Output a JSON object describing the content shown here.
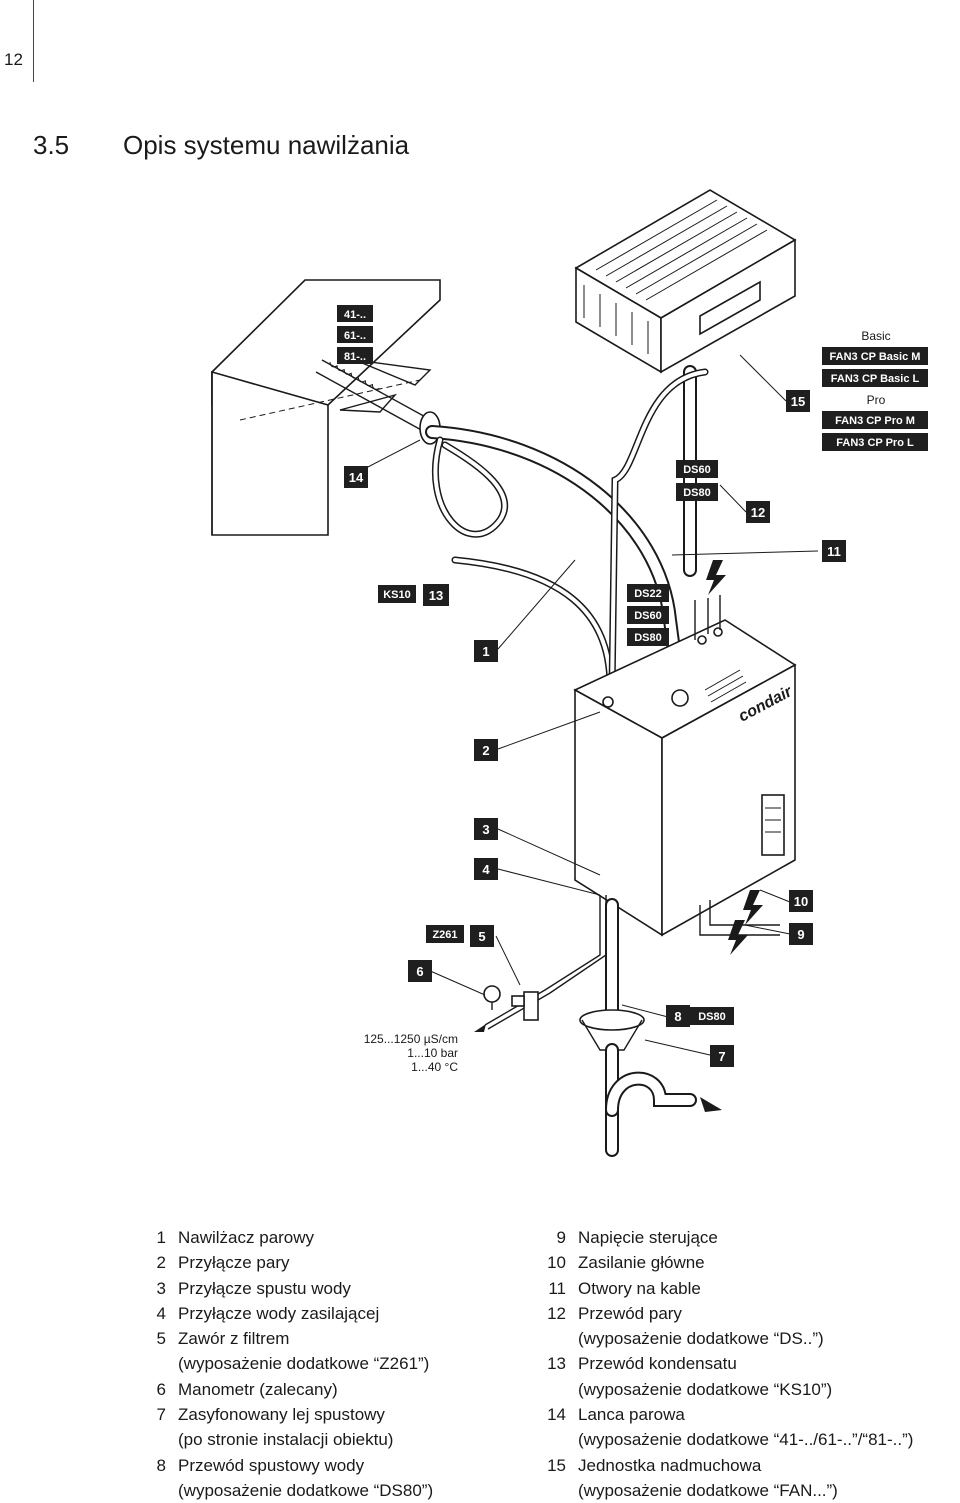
{
  "page": {
    "number": "12"
  },
  "section": {
    "number": "3.5",
    "title": "Opis systemu nawilżania"
  },
  "labels": {
    "lance_models": [
      "41-..",
      "61-..",
      "81-.."
    ],
    "fan_basic": "Basic",
    "fan_basic_models": [
      "FAN3 CP Basic M",
      "FAN3 CP Basic L"
    ],
    "fan_pro": "Pro",
    "fan_pro_models": [
      "FAN3 CP Pro M",
      "FAN3 CP Pro L"
    ],
    "steam_hose_upper": [
      "DS60",
      "DS80"
    ],
    "steam_hose_lower": [
      "DS22",
      "DS60",
      "DS80"
    ],
    "ks10": "KS10",
    "z261": "Z261",
    "ds80": "DS80",
    "specs": [
      "125...1250 µS/cm",
      "1...10 bar",
      "1...40 °C"
    ],
    "brand": "condair"
  },
  "callouts": [
    "1",
    "2",
    "3",
    "4",
    "5",
    "6",
    "7",
    "8",
    "9",
    "10",
    "11",
    "12",
    "13",
    "14",
    "15"
  ],
  "legend_left": [
    {
      "n": "1",
      "lines": [
        "Nawilżacz parowy"
      ]
    },
    {
      "n": "2",
      "lines": [
        "Przyłącze pary"
      ]
    },
    {
      "n": "3",
      "lines": [
        "Przyłącze spustu wody"
      ]
    },
    {
      "n": "4",
      "lines": [
        "Przyłącze wody zasilającej"
      ]
    },
    {
      "n": "5",
      "lines": [
        "Zawór z filtrem",
        "(wyposażenie dodatkowe “Z261”)"
      ]
    },
    {
      "n": "6",
      "lines": [
        "Manometr (zalecany)"
      ]
    },
    {
      "n": "7",
      "lines": [
        "Zasyfonowany lej spustowy",
        "(po stronie instalacji obiektu)"
      ]
    },
    {
      "n": "8",
      "lines": [
        "Przewód spustowy wody",
        "(wyposażenie dodatkowe “DS80”)"
      ]
    }
  ],
  "legend_right": [
    {
      "n": "9",
      "lines": [
        "Napięcie sterujące"
      ]
    },
    {
      "n": "10",
      "lines": [
        "Zasilanie główne"
      ]
    },
    {
      "n": "11",
      "lines": [
        "Otwory na kable"
      ]
    },
    {
      "n": "12",
      "lines": [
        "Przewód pary",
        "(wyposażenie dodatkowe “DS..”)"
      ]
    },
    {
      "n": "13",
      "lines": [
        "Przewód kondensatu",
        "(wyposażenie dodatkowe “KS10”)"
      ]
    },
    {
      "n": "14",
      "lines": [
        "Lanca parowa",
        "(wyposażenie dodatkowe “41-../61-..”/“81-..”)"
      ]
    },
    {
      "n": "15",
      "lines": [
        "Jednostka nadmuchowa",
        "(wyposażenie dodatkowe “FAN...”)"
      ]
    }
  ]
}
